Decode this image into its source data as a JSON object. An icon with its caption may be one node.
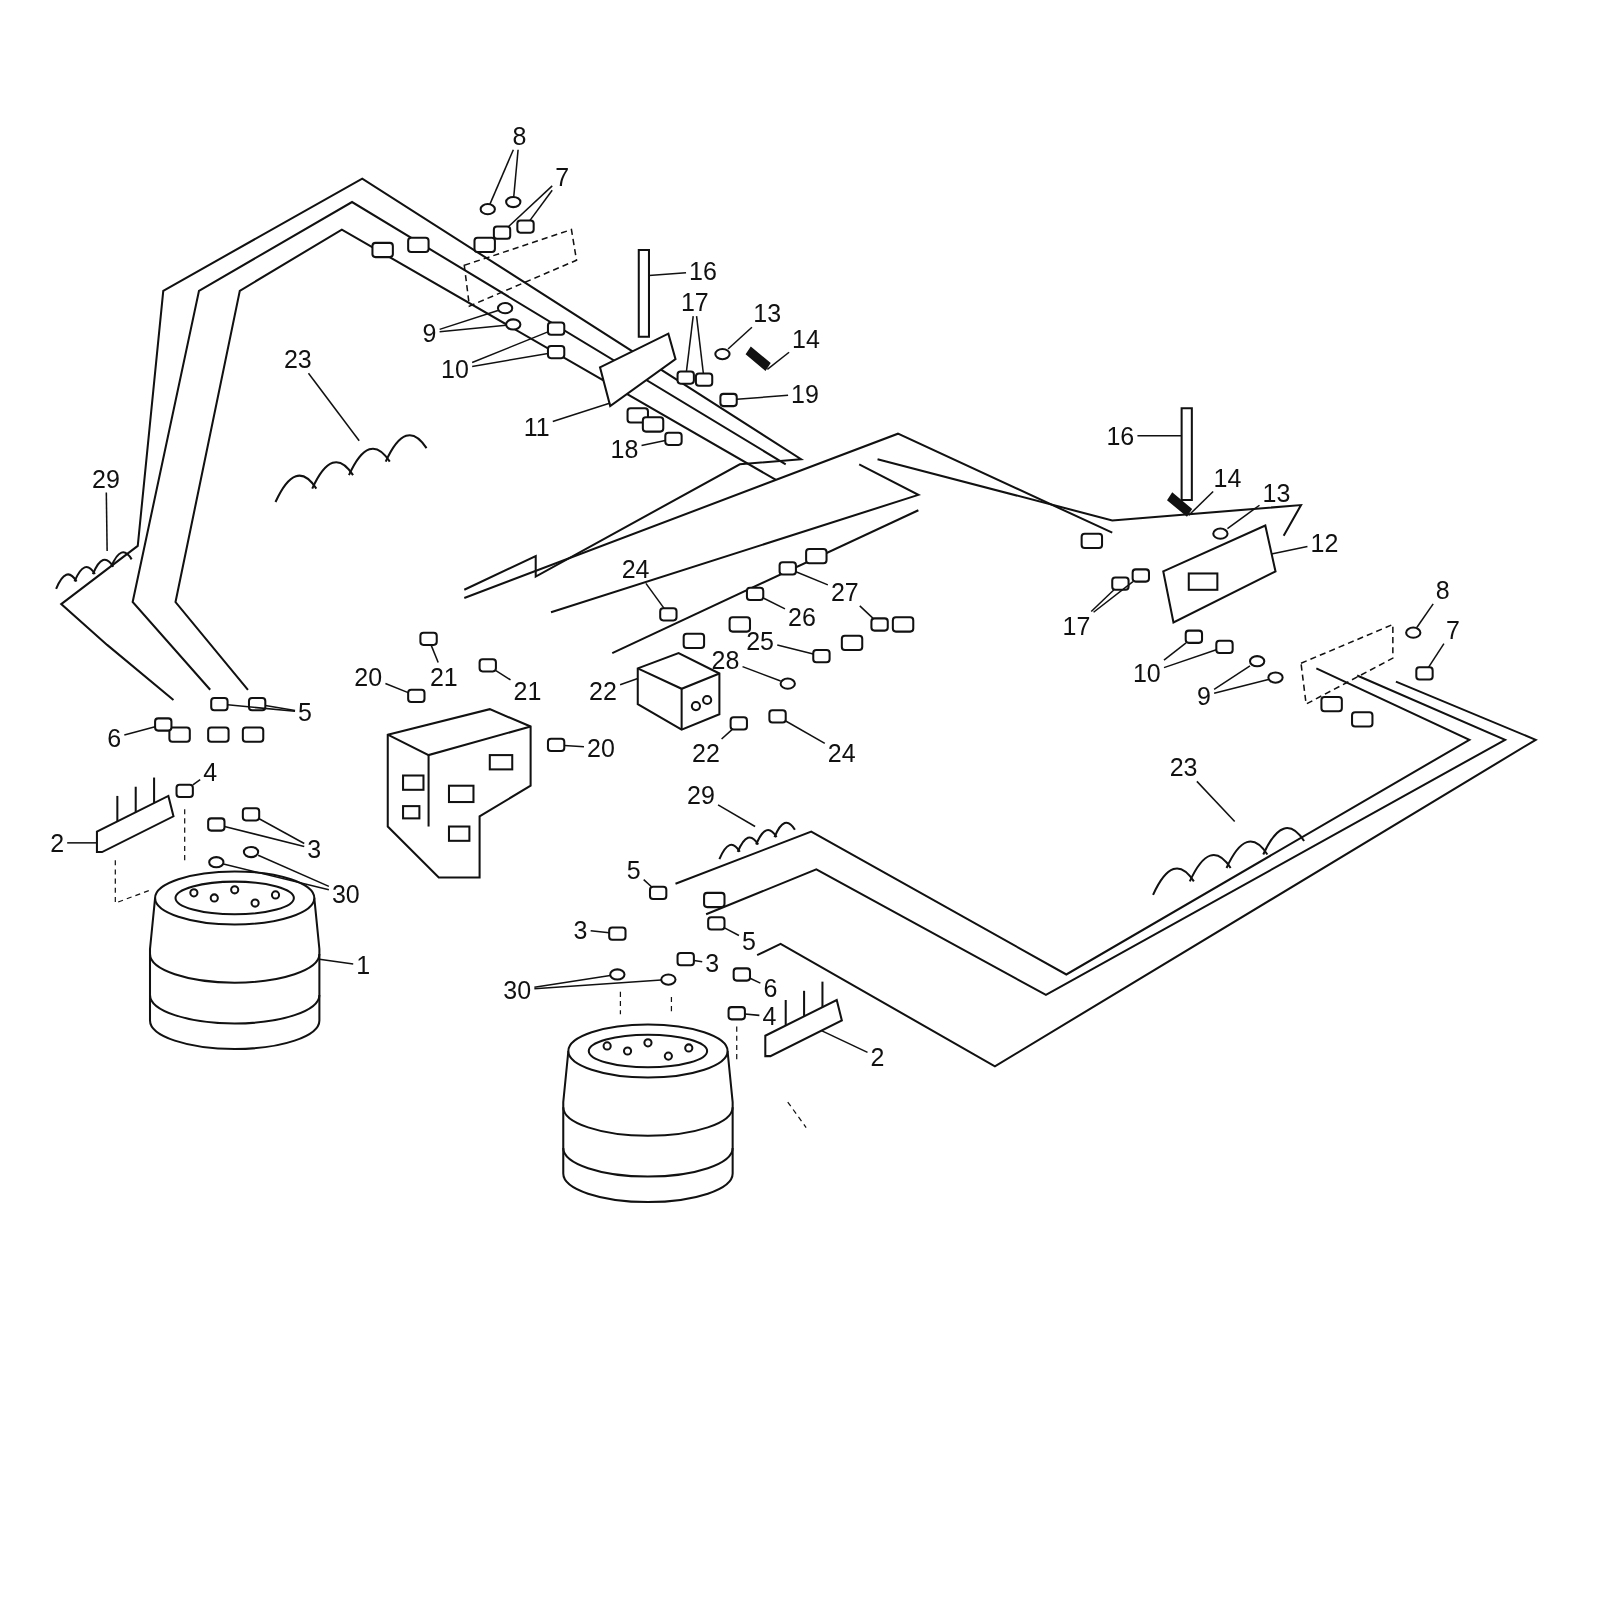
{
  "diagram": {
    "nodes": [
      {
        "text": [
          "8"
        ]
      },
      {
        "text": [
          "7"
        ]
      },
      {
        "text": [
          "16"
        ]
      },
      {
        "text": [
          "17"
        ]
      },
      {
        "text": [
          "13"
        ]
      },
      {
        "text": [
          "14"
        ]
      },
      {
        "text": [
          "23"
        ]
      },
      {
        "text": [
          "9"
        ]
      },
      {
        "text": [
          "10"
        ]
      },
      {
        "text": [
          "19"
        ]
      },
      {
        "text": [
          "11"
        ]
      },
      {
        "text": [
          "18"
        ]
      },
      {
        "text": [
          "16"
        ]
      },
      {
        "text": [
          "14"
        ]
      },
      {
        "text": [
          "13"
        ]
      },
      {
        "text": [
          "29"
        ]
      },
      {
        "text": [
          "12"
        ]
      },
      {
        "text": [
          "24"
        ]
      },
      {
        "text": [
          "27"
        ]
      },
      {
        "text": [
          "26"
        ]
      },
      {
        "text": [
          "17"
        ]
      },
      {
        "text": [
          "8"
        ]
      },
      {
        "text": [
          "7"
        ]
      },
      {
        "text": [
          "25"
        ]
      },
      {
        "text": [
          "28"
        ]
      },
      {
        "text": [
          "10"
        ]
      },
      {
        "text": [
          "20"
        ]
      },
      {
        "text": [
          "21"
        ]
      },
      {
        "text": [
          "21"
        ]
      },
      {
        "text": [
          "22"
        ]
      },
      {
        "text": [
          "9"
        ]
      },
      {
        "text": [
          "5"
        ]
      },
      {
        "text": [
          "6"
        ]
      },
      {
        "text": [
          "20"
        ]
      },
      {
        "text": [
          "22"
        ]
      },
      {
        "text": [
          "24"
        ]
      },
      {
        "text": [
          "4"
        ]
      },
      {
        "text": [
          "23"
        ]
      },
      {
        "text": [
          "29"
        ]
      },
      {
        "text": [
          "2"
        ]
      },
      {
        "text": [
          "3"
        ]
      },
      {
        "text": [
          "30"
        ]
      },
      {
        "text": [
          "5"
        ]
      },
      {
        "text": [
          "1"
        ]
      },
      {
        "text": [
          "3"
        ]
      },
      {
        "text": [
          "5"
        ]
      },
      {
        "text": [
          "3"
        ]
      },
      {
        "text": [
          "30"
        ]
      },
      {
        "text": [
          "6"
        ]
      },
      {
        "text": [
          "4"
        ]
      },
      {
        "text": [
          "2"
        ]
      },
      {
        "text": [],
        "shape": "circle"
      },
      {
        "text": [],
        "shape": "circle"
      },
      {
        "text": [],
        "shape": "box"
      },
      {
        "text": [],
        "shape": "box"
      },
      {
        "text": [],
        "shape": "bar"
      },
      {
        "text": [],
        "shape": "box"
      },
      {
        "text": [],
        "shape": "box"
      },
      {
        "text": [],
        "shape": "circle"
      },
      {
        "text": [],
        "shape": "bar"
      },
      {
        "text": [],
        "shape": "picture"
      },
      {
        "text": [],
        "shape": "circle"
      },
      {
        "text": [],
        "shape": "circle"
      },
      {
        "text": [],
        "shape": "box"
      },
      {
        "text": [],
        "shape": "box"
      },
      {
        "text": [],
        "shape": "box"
      },
      {
        "text": [],
        "shape": "picture"
      },
      {
        "text": [],
        "shape": "box"
      },
      {
        "text": [],
        "shape": "bar"
      },
      {
        "text": [],
        "shape": "bar"
      },
      {
        "text": [],
        "shape": "circle"
      },
      {
        "text": [],
        "shape": "picture"
      },
      {
        "text": [],
        "shape": "picture"
      },
      {
        "text": [],
        "shape": "box"
      },
      {
        "text": [],
        "shape": "box"
      },
      {
        "text": [],
        "shape": "box"
      },
      {
        "text": [],
        "shape": "box"
      },
      {
        "text": [],
        "shape": "box"
      },
      {
        "text": [],
        "shape": "box"
      },
      {
        "text": [],
        "shape": "circle"
      },
      {
        "text": [],
        "shape": "box"
      },
      {
        "text": [],
        "shape": "box"
      },
      {
        "text": [],
        "shape": "circle"
      },
      {
        "text": [],
        "shape": "box"
      },
      {
        "text": [],
        "shape": "box"
      },
      {
        "text": [],
        "shape": "box"
      },
      {
        "text": [],
        "shape": "box"
      },
      {
        "text": [],
        "shape": "box"
      },
      {
        "text": [],
        "shape": "picture"
      },
      {
        "text": [],
        "shape": "circle"
      },
      {
        "text": [],
        "shape": "circle"
      },
      {
        "text": [],
        "shape": "box"
      },
      {
        "text": [],
        "shape": "box"
      },
      {
        "text": [],
        "shape": "box"
      },
      {
        "text": [],
        "shape": "box"
      },
      {
        "text": [],
        "shape": "box"
      },
      {
        "text": [],
        "shape": "box"
      },
      {
        "text": [],
        "shape": "box"
      },
      {
        "text": [],
        "shape": "picture"
      },
      {
        "text": [],
        "shape": "picture"
      },
      {
        "text": [],
        "shape": "picture"
      },
      {
        "text": [],
        "shape": "box"
      },
      {
        "text": [],
        "shape": "box"
      },
      {
        "text": [],
        "shape": "circle"
      },
      {
        "text": [],
        "shape": "circle"
      },
      {
        "text": [],
        "shape": "box"
      },
      {
        "text": [],
        "shape": "picture"
      },
      {
        "text": [],
        "shape": "box"
      },
      {
        "text": [],
        "shape": "box"
      },
      {
        "text": [],
        "shape": "box"
      },
      {
        "text": [],
        "shape": "circle"
      },
      {
        "text": [],
        "shape": "circle"
      },
      {
        "text": [],
        "shape": "box"
      },
      {
        "text": [],
        "shape": "box"
      },
      {
        "text": [],
        "shape": "picture"
      }
    ],
    "edges": [
      {
        "from": 0,
        "to": 51,
        "arrow": "none"
      },
      {
        "from": 0,
        "to": 52,
        "arrow": "none"
      },
      {
        "from": 1,
        "to": 53,
        "arrow": "none"
      },
      {
        "from": 1,
        "to": 54,
        "arrow": "none"
      },
      {
        "from": 2,
        "to": 55,
        "arrow": "none"
      },
      {
        "from": 3,
        "to": 56,
        "arrow": "none"
      },
      {
        "from": 3,
        "to": 57,
        "arrow": "none"
      },
      {
        "from": 4,
        "to": 58,
        "arrow": "none"
      },
      {
        "from": 5,
        "to": 59,
        "arrow": "none"
      },
      {
        "from": 6,
        "to": 60,
        "arrow": "none"
      },
      {
        "from": 7,
        "to": 61,
        "arrow": "none"
      },
      {
        "from": 7,
        "to": 62,
        "arrow": "none"
      },
      {
        "from": 8,
        "to": 63,
        "arrow": "none"
      },
      {
        "from": 8,
        "to": 64,
        "arrow": "none"
      },
      {
        "from": 9,
        "to": 65,
        "arrow": "none"
      },
      {
        "from": 10,
        "to": 66,
        "arrow": "none"
      },
      {
        "from": 11,
        "to": 67,
        "arrow": "none"
      },
      {
        "from": 12,
        "to": 68,
        "arrow": "none"
      },
      {
        "from": 13,
        "to": 69,
        "arrow": "none"
      },
      {
        "from": 14,
        "to": 70,
        "arrow": "none"
      },
      {
        "from": 15,
        "to": 71,
        "arrow": "none"
      },
      {
        "from": 16,
        "to": 72,
        "arrow": "none"
      },
      {
        "from": 17,
        "to": 73,
        "arrow": "none"
      },
      {
        "from": 18,
        "to": 74,
        "arrow": "none"
      },
      {
        "from": 18,
        "to": 75,
        "arrow": "none"
      },
      {
        "from": 19,
        "to": 76,
        "arrow": "none"
      },
      {
        "from": 20,
        "to": 77,
        "arrow": "none"
      },
      {
        "from": 20,
        "to": 78,
        "arrow": "none"
      },
      {
        "from": 21,
        "to": 79,
        "arrow": "none"
      },
      {
        "from": 22,
        "to": 80,
        "arrow": "none"
      },
      {
        "from": 23,
        "to": 81,
        "arrow": "none"
      },
      {
        "from": 24,
        "to": 82,
        "arrow": "none"
      },
      {
        "from": 25,
        "to": 83,
        "arrow": "none"
      },
      {
        "from": 25,
        "to": 84,
        "arrow": "none"
      },
      {
        "from": 26,
        "to": 85,
        "arrow": "none"
      },
      {
        "from": 27,
        "to": 86,
        "arrow": "none"
      },
      {
        "from": 28,
        "to": 87,
        "arrow": "none"
      },
      {
        "from": 29,
        "to": 88,
        "arrow": "none"
      },
      {
        "from": 30,
        "to": 89,
        "arrow": "none"
      },
      {
        "from": 30,
        "to": 90,
        "arrow": "none"
      },
      {
        "from": 31,
        "to": 91,
        "arrow": "none"
      },
      {
        "from": 31,
        "to": 92,
        "arrow": "none"
      },
      {
        "from": 32,
        "to": 93,
        "arrow": "none"
      },
      {
        "from": 33,
        "to": 94,
        "arrow": "none"
      },
      {
        "from": 34,
        "to": 95,
        "arrow": "none"
      },
      {
        "from": 35,
        "to": 96,
        "arrow": "none"
      },
      {
        "from": 36,
        "to": 97,
        "arrow": "none"
      },
      {
        "from": 37,
        "to": 98,
        "arrow": "none"
      },
      {
        "from": 38,
        "to": 99,
        "arrow": "none"
      },
      {
        "from": 39,
        "to": 100,
        "arrow": "none"
      },
      {
        "from": 40,
        "to": 101,
        "arrow": "none"
      },
      {
        "from": 40,
        "to": 102,
        "arrow": "none"
      },
      {
        "from": 41,
        "to": 103,
        "arrow": "none"
      },
      {
        "from": 41,
        "to": 104,
        "arrow": "none"
      },
      {
        "from": 42,
        "to": 105,
        "arrow": "none"
      },
      {
        "from": 43,
        "to": 106,
        "arrow": "none"
      },
      {
        "from": 44,
        "to": 107,
        "arrow": "none"
      },
      {
        "from": 45,
        "to": 108,
        "arrow": "none"
      },
      {
        "from": 46,
        "to": 109,
        "arrow": "none"
      },
      {
        "from": 47,
        "to": 110,
        "arrow": "none"
      },
      {
        "from": 47,
        "to": 111,
        "arrow": "none"
      },
      {
        "from": 48,
        "to": 112,
        "arrow": "none"
      },
      {
        "from": 49,
        "to": 113,
        "arrow": "none"
      },
      {
        "from": 50,
        "to": 114,
        "arrow": "none"
      }
    ]
  }
}
